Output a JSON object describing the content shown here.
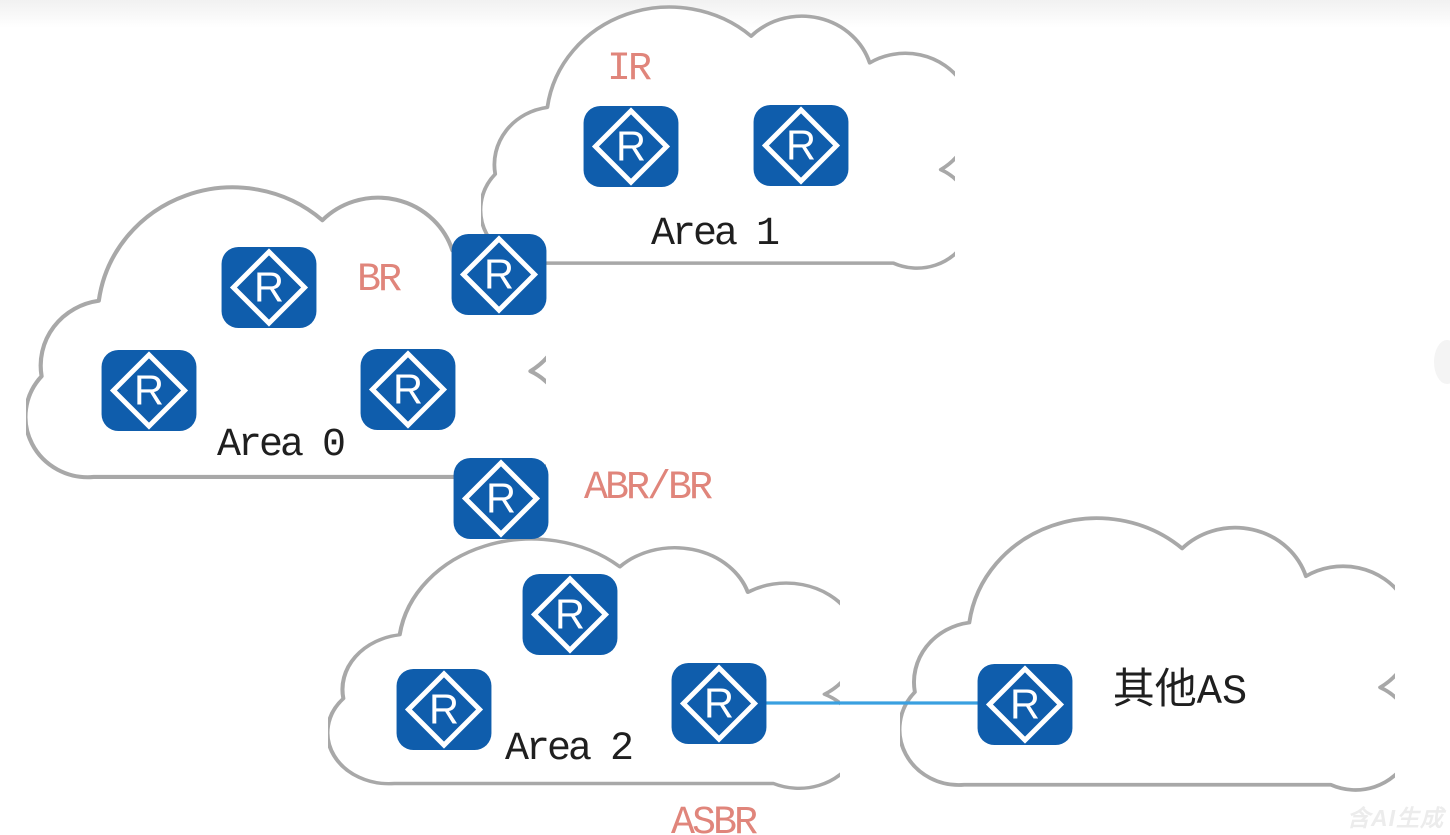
{
  "labels": {
    "area1": "Area 1",
    "area0": "Area 0",
    "area2": "Area 2",
    "other_as": "其他AS",
    "ir": "IR",
    "br": "BR",
    "abr_br": "ABR/BR",
    "asbr": "ASBR"
  },
  "router_glyph": "R",
  "watermark": "含AI生成",
  "areas": [
    {
      "name": "Area 1",
      "router_count": 2,
      "role_label": "IR"
    },
    {
      "name": "Area 0",
      "router_count": 3,
      "role_label": "BR"
    },
    {
      "name": "Area 2",
      "router_count": 3,
      "role_label": "ASBR"
    },
    {
      "name": "其他AS",
      "router_count": 1,
      "role_label": null
    }
  ],
  "routers": [
    {
      "id": "area1-router-1",
      "area": "Area 1",
      "role": "IR"
    },
    {
      "id": "area1-router-2",
      "area": "Area 1",
      "role": "IR"
    },
    {
      "id": "area0-area1-border-router",
      "area": "Area 0 / Area 1",
      "role": "BR"
    },
    {
      "id": "area0-router-1",
      "area": "Area 0",
      "role": ""
    },
    {
      "id": "area0-router-2",
      "area": "Area 0",
      "role": ""
    },
    {
      "id": "area0-router-3",
      "area": "Area 0",
      "role": ""
    },
    {
      "id": "area0-area2-border-router",
      "area": "Area 0 / Area 2",
      "role": "ABR/BR"
    },
    {
      "id": "area2-router-1",
      "area": "Area 2",
      "role": ""
    },
    {
      "id": "area2-router-2",
      "area": "Area 2",
      "role": ""
    },
    {
      "id": "area2-asbr-router",
      "area": "Area 2",
      "role": "ASBR"
    },
    {
      "id": "other-as-router",
      "area": "其他AS",
      "role": ""
    }
  ],
  "connections": [
    {
      "from": "area2-asbr-router",
      "to": "other-as-router",
      "color": "#3aa0e0"
    }
  ],
  "colors": {
    "router_fill": "#0f5dac",
    "router_glyph_color": "#ffffff",
    "router_diamond_stroke": "#ffffff",
    "cloud_stroke": "#a8a8a8",
    "cloud_fill": "#ffffff",
    "role_label_color": "#e0857b",
    "area_label_color": "#1f1f1f",
    "link": "#3aa0e0",
    "watermark_color": "#ececec",
    "background": "#ffffff"
  }
}
